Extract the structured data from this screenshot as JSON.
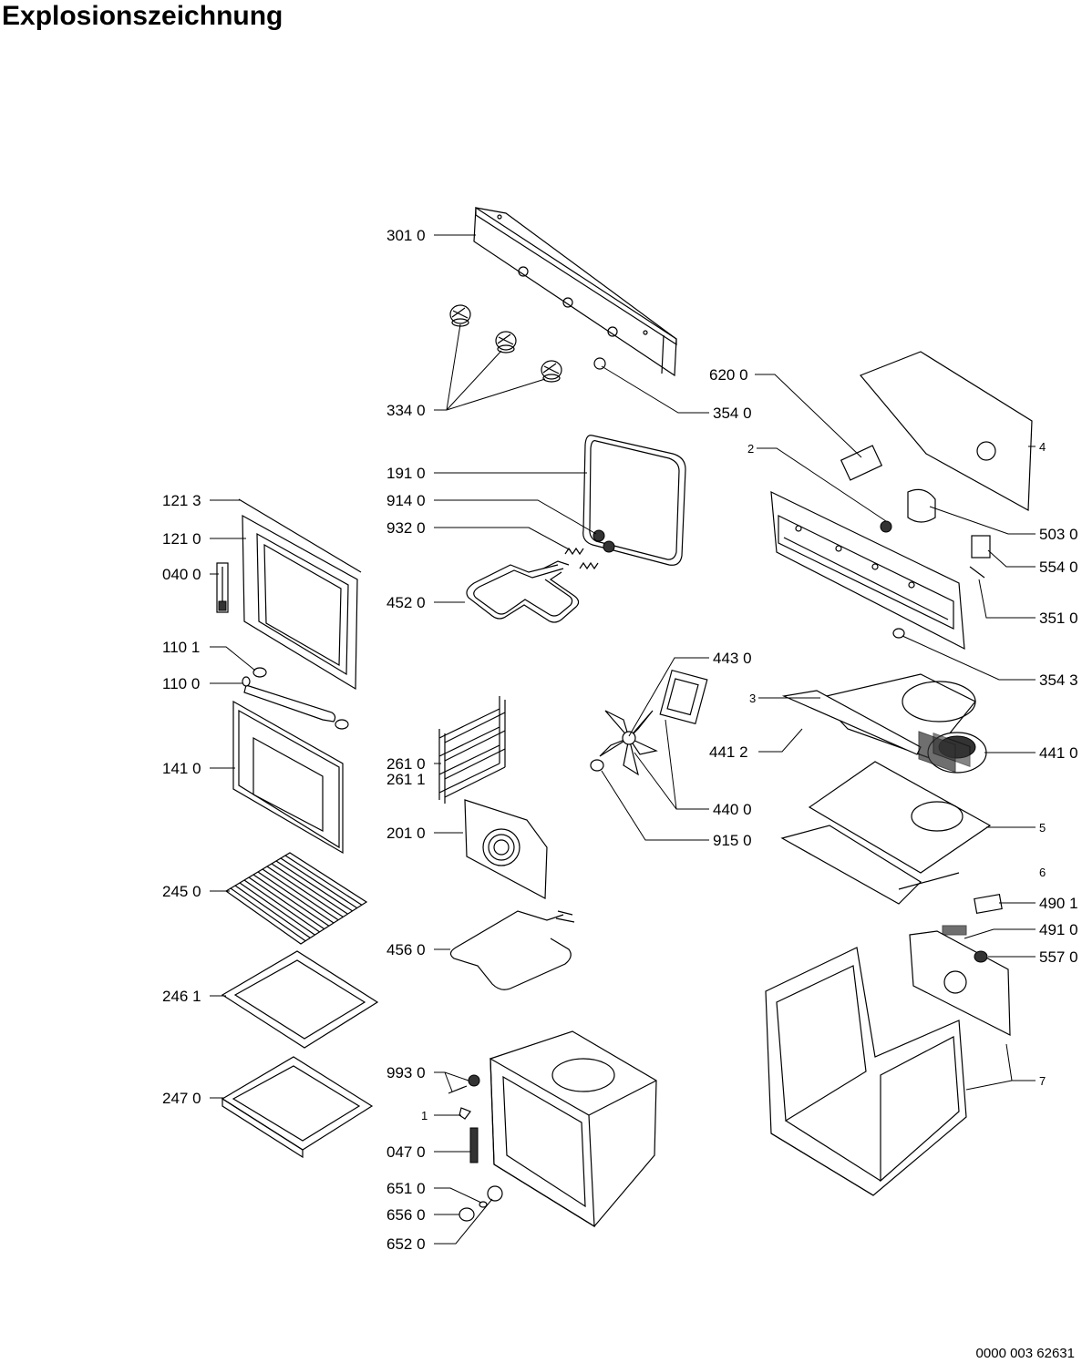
{
  "title": "Explosionszeichnung",
  "doc_number": "0000 003 62631",
  "labels": {
    "p3010": "301 0",
    "p3340": "334 0",
    "p3540": "354 0",
    "p6200": "620 0",
    "p4": "4",
    "p2": "2",
    "p5030": "503 0",
    "p5540": "554 0",
    "p3510": "351 0",
    "p3543": "354 3",
    "p1910": "191 0",
    "p9140": "914 0",
    "p9320": "932 0",
    "p4520": "452 0",
    "p1213": "121 3",
    "p1210": "121 0",
    "p0400": "040 0",
    "p1101": "110 1",
    "p1100": "110 0",
    "p1410": "141 0",
    "p4430": "443 0",
    "p3": "3",
    "p4412": "441 2",
    "p4410": "441 0",
    "p2610": "261 0",
    "p2611": "261 1",
    "p4400": "440 0",
    "p2010": "201 0",
    "p9150": "915 0",
    "p5": "5",
    "p6": "6",
    "p2450": "245 0",
    "p4901": "490 1",
    "p4910": "491 0",
    "p4560": "456 0",
    "p5570": "557 0",
    "p2461": "246 1",
    "p9930": "993 0",
    "p2470": "247 0",
    "p7": "7",
    "p1": "1",
    "p0470": "047 0",
    "p6510": "651 0",
    "p6560": "656 0",
    "p6520": "652 0"
  }
}
